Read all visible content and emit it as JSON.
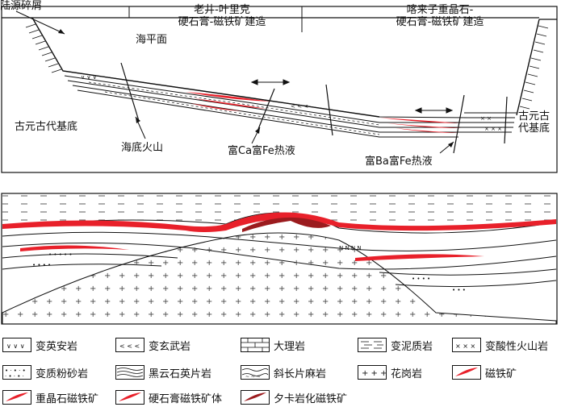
{
  "upper": {
    "labels": {
      "continental_debris": "陆源碎屑",
      "sea_level": "海平面",
      "laojing_title": "老井-叶里克\n硬石膏-磁铁矿建造",
      "kalaizi_title": "喀来子重晶石-\n硬石膏-磁铁矿建造",
      "basement_left": "古元古代基底",
      "basement_right": "古元古\n代基底",
      "submarine_volcano": "海底火山",
      "ca_fe_fluid": "富Ca富Fe热液",
      "ba_fe_fluid": "富Ba富Fe热液"
    }
  },
  "legend": [
    {
      "key": "meta_dacite",
      "label": "变英安岩"
    },
    {
      "key": "meta_basalt",
      "label": "变玄武岩"
    },
    {
      "key": "marble",
      "label": "大理岩"
    },
    {
      "key": "meta_pelite",
      "label": "变泥质岩"
    },
    {
      "key": "meta_acid_volcanic",
      "label": "变酸性火山岩"
    },
    {
      "key": "meta_silty_sandstone",
      "label": "变质粉砂岩"
    },
    {
      "key": "biotite_quartz_schist",
      "label": "黑云石英片岩"
    },
    {
      "key": "plagioclase_gneiss",
      "label": "斜长片麻岩"
    },
    {
      "key": "granite",
      "label": "花岗岩"
    },
    {
      "key": "magnetite",
      "label": "磁铁矿"
    },
    {
      "key": "barite_magnetite",
      "label": "重晶石磁铁矿"
    },
    {
      "key": "anhydrite_magnetite_body",
      "label": "硬石膏磁铁矿体"
    },
    {
      "key": "skarn_magnetite",
      "label": "夕卡岩化磁铁矿"
    }
  ],
  "colors": {
    "ore_red": "#e8202a",
    "skarn_red": "#9b1b1e",
    "line": "#111111"
  }
}
